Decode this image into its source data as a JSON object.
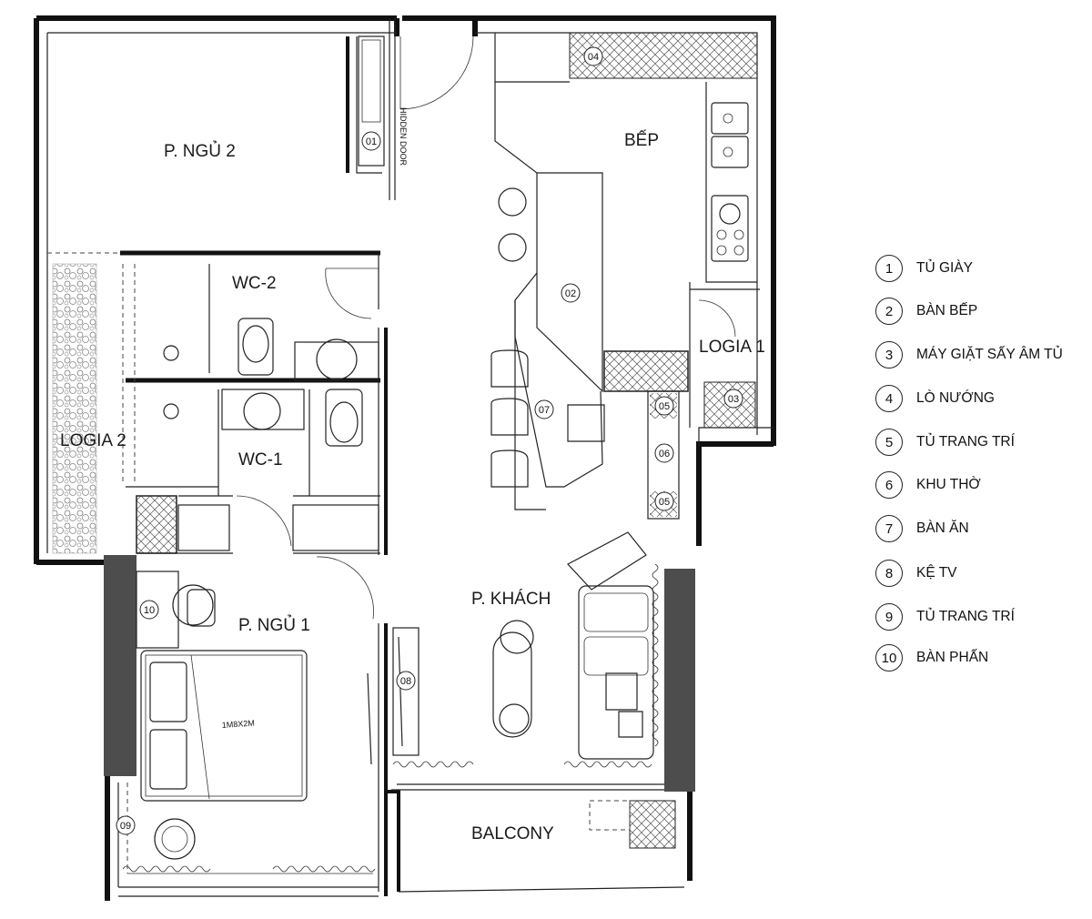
{
  "rooms": {
    "bedroom2": "P. NGỦ 2",
    "kitchen": "BẾP",
    "wc2": "WC-2",
    "wc1": "WC-1",
    "logia2": "LOGIA 2",
    "logia1": "LOGIA 1",
    "living": "P. KHÁCH",
    "bedroom1": "P. NGỦ 1",
    "balcony": "BALCONY"
  },
  "annotations": {
    "hidden_door": "HIDDEN DOOR",
    "bed_size": "1M8X2M"
  },
  "tags": [
    "01",
    "02",
    "03",
    "04",
    "05",
    "06",
    "07",
    "08",
    "09",
    "10"
  ],
  "legend": [
    {
      "num": "1",
      "text": "TỦ GIÀY"
    },
    {
      "num": "2",
      "text": "BÀN BẾP"
    },
    {
      "num": "3",
      "text": "MÁY GIẶT SẤY ÂM TỦ"
    },
    {
      "num": "4",
      "text": "LÒ NƯỚNG"
    },
    {
      "num": "5",
      "text": "TỦ TRANG TRÍ"
    },
    {
      "num": "6",
      "text": "KHU THỜ"
    },
    {
      "num": "7",
      "text": "BÀN ĂN"
    },
    {
      "num": "8",
      "text": "KỆ TV"
    },
    {
      "num": "9",
      "text": "TỦ TRANG TRÍ"
    },
    {
      "num": "10",
      "text": "BÀN PHẤN"
    }
  ],
  "colors": {
    "wall": "#111111",
    "column": "#4d4d4d",
    "line": "#222222",
    "background": "#ffffff"
  }
}
